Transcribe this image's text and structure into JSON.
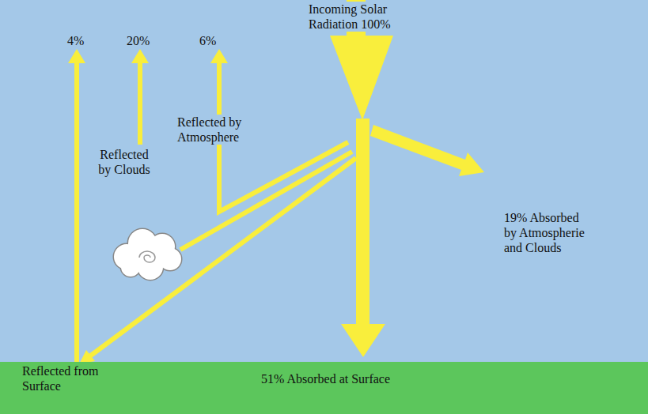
{
  "diagram": {
    "nodes": [
      {
        "text": [
          "Reflected from Surface",
          "51% Absorbed at Surface"
        ]
      }
    ],
    "labels": [
      "4%",
      "20%",
      "6%",
      "Incoming Solar Radiation 100%",
      "Reflected by Atmosphere",
      "Reflected by Clouds",
      "19% Absorbed by Atmospherie and Clouds"
    ]
  }
}
